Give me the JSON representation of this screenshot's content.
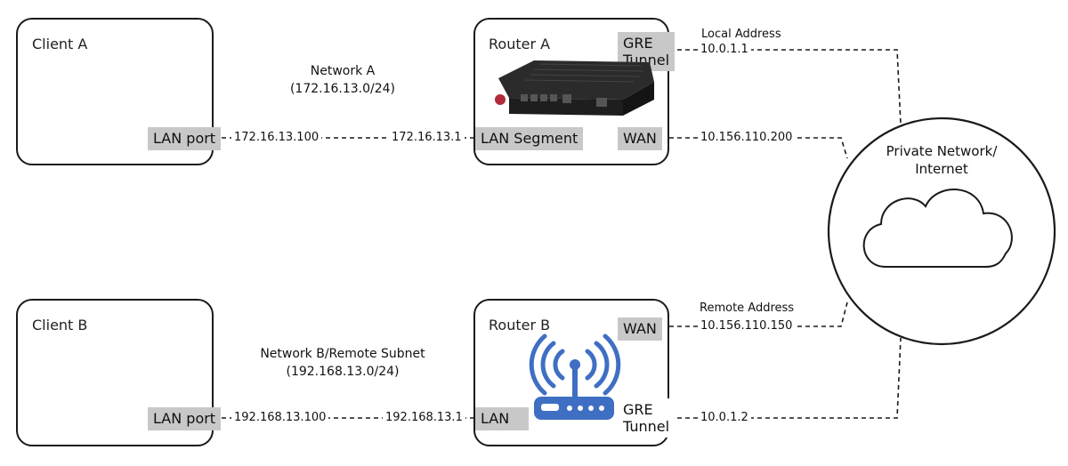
{
  "client_a": {
    "title": "Client A",
    "port": "LAN port",
    "ip": "172.16.13.100"
  },
  "client_b": {
    "title": "Client B",
    "port": "LAN port",
    "ip": "192.168.13.100"
  },
  "network_a": {
    "name": "Network A",
    "subnet": "(172.16.13.0/24)"
  },
  "network_b": {
    "name": "Network B/Remote Subnet",
    "subnet": "(192.168.13.0/24)"
  },
  "router_a": {
    "title": "Router A",
    "gre_line1": "GRE",
    "gre_line2": "Tunnel",
    "wan": "WAN",
    "lan": "LAN Segment",
    "lan_ip": "172.16.13.1",
    "tunnel_caption": "Local Address",
    "tunnel_ip": "10.0.1.1",
    "wan_ip": "10.156.110.200"
  },
  "router_b": {
    "title": "Router B",
    "wan": "WAN",
    "lan": "LAN",
    "gre_line1": "GRE",
    "gre_line2": "Tunnel",
    "lan_ip": "192.168.13.1",
    "wan_caption": "Remote Address",
    "wan_ip": "10.156.110.150",
    "tunnel_ip": "10.0.1.2"
  },
  "cloud": {
    "line1": "Private Network/",
    "line2": "Internet"
  },
  "colors": {
    "port_bg": "#c8c8c8",
    "wifi_blue": "#3f6fc3",
    "line": "#1a1a1a"
  }
}
